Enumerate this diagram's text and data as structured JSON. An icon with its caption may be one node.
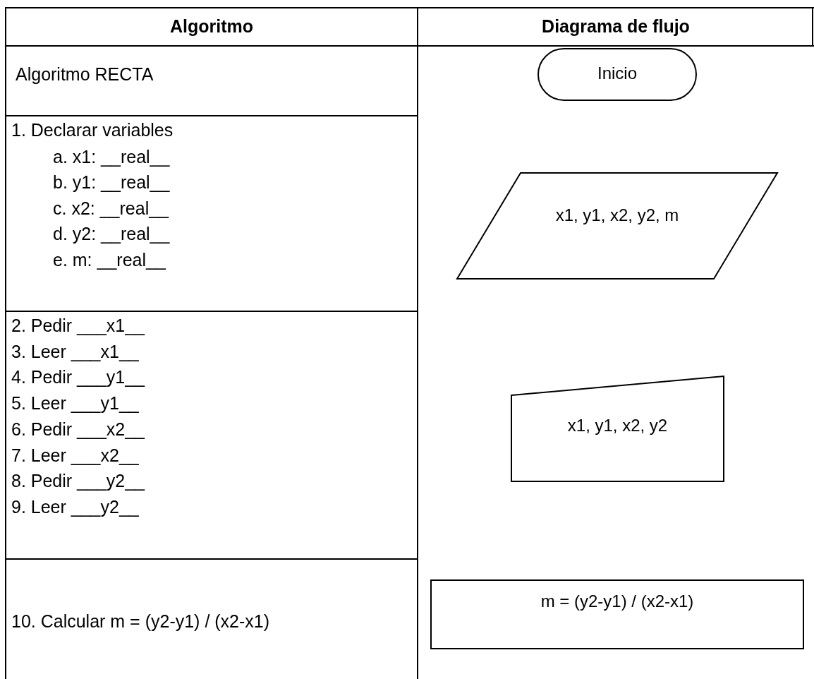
{
  "diagram": {
    "nodes": [
      {
        "text": [
          "Inicio"
        ]
      },
      {
        "text": [
          "x1, y1, x2, y2, m"
        ]
      },
      {
        "text": [
          "x1, y1, x2, y2"
        ]
      },
      {
        "text": [
          "m = (y2-y1) / (x2-x1)"
        ]
      }
    ],
    "labels": [
      "Algoritmo",
      "Diagrama de flujo",
      "Algoritmo RECTA",
      "1. Declarar variables",
      "a. x1: __real__",
      "b. y1: __real__",
      "c. x2: __real__",
      "d. y2: __real__",
      "e. m: __real__",
      "2. Pedir ___x1__",
      "3. Leer ___x1__",
      "4. Pedir ___y1__",
      "5. Leer ___y1__",
      "6. Pedir ___x2__",
      "7. Leer ___x2__",
      "8. Pedir ___y2__",
      "9. Leer ___y2__",
      "10. Calcular m = (y2-y1) / (x2-x1)"
    ]
  }
}
